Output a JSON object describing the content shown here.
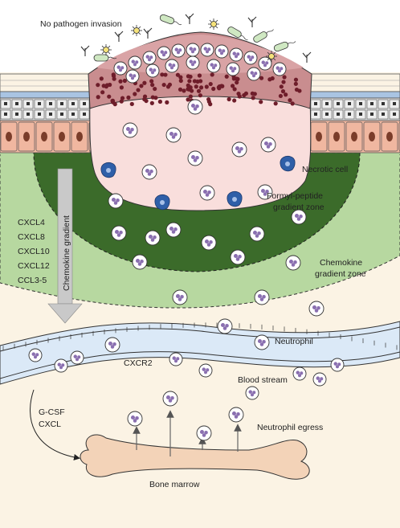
{
  "labels": {
    "no_pathogen": "No pathogen invasion",
    "necrotic_cell": "Necrotic cell",
    "formyl_line1": "Formyl-peptide",
    "formyl_line2": "gradient zone",
    "chemokine_zone_line1": "Chemokine",
    "chemokine_zone_line2": "gradient zone",
    "chemokine_gradient": "Chemokine gradient",
    "neutrophil": "Neutrophil",
    "cxcr2": "CXCR2",
    "blood_stream": "Blood stream",
    "gcsf": "G-CSF",
    "cxcl": "CXCL",
    "neutrophil_egress": "Neutrophil egress",
    "bone_marrow": "Bone marrow"
  },
  "chemokines": [
    "CXCL4",
    "CXCL8",
    "CXCL10",
    "CXCL12",
    "CCL3-5"
  ],
  "colors": {
    "tissue_bg": "#fbf3e4",
    "formyl_zone": "#3b6b2a",
    "chemokine_zone": "#b7d8a0",
    "wound_core": "#f9dedc",
    "scab": "#c98d8f",
    "vessel": "#dbe9f7",
    "bone": "#f3d3b8",
    "neutrophil_nucleus": "#8a6fb0",
    "necrotic_cell": "#2f5fa8"
  },
  "icons": [
    "bacterium-icon",
    "fungus-icon",
    "virus-icon"
  ]
}
